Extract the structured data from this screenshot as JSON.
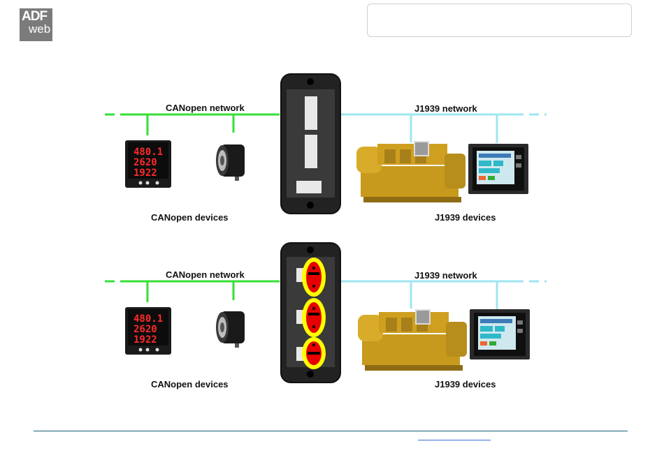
{
  "logo": {
    "line1": "ADF",
    "line2": "web"
  },
  "diagrams": [
    {
      "left_network_label": "CANopen network",
      "right_network_label": "J1939 network",
      "left_devices_label": "CANopen devices",
      "right_devices_label": "J1939 devices",
      "meter_readings": [
        "480.1",
        "2620",
        "1922"
      ]
    },
    {
      "left_network_label": "CANopen network",
      "right_network_label": "J1939 network",
      "left_devices_label": "CANopen devices",
      "right_devices_label": "J1939 devices",
      "meter_readings": [
        "480.1",
        "2620",
        "1922"
      ]
    }
  ],
  "colors": {
    "canopen_line": "#35e035",
    "j1939_line": "#9fe6ef",
    "connector_highlight": "#ffff00",
    "connector_red": "#e60000"
  }
}
